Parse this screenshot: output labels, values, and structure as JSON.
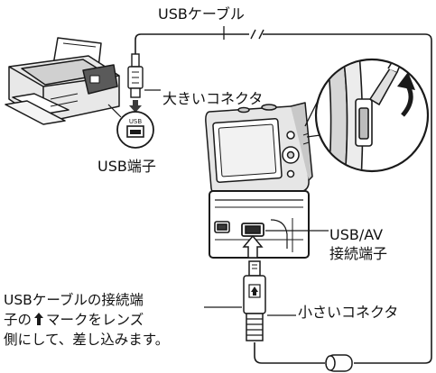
{
  "labels": {
    "usb_cable": "USBケーブル",
    "large_connector": "大きいコネクタ",
    "usb_port": "USB端子",
    "usb_port_icon_text": "USB",
    "usb_av_port_line1": "USB/AV",
    "usb_av_port_line2": "接続端子",
    "small_connector": "小さいコネクタ",
    "note_line1": "USBケーブルの接続端",
    "note_line2_before": "子の",
    "note_line2_after": "マークをレンズ",
    "note_line3": "側にして、差し込みます。"
  },
  "colors": {
    "stroke": "#1a1a1a",
    "fill_light": "#eeeeee",
    "fill_mid": "#bdbdbd",
    "fill_dark": "#3a3a3a"
  },
  "icons": [
    "printer-icon",
    "camera-icon",
    "usb-port-icon",
    "up-arrow-mark-icon",
    "curved-arrow-icon",
    "ferrite-core-icon"
  ]
}
